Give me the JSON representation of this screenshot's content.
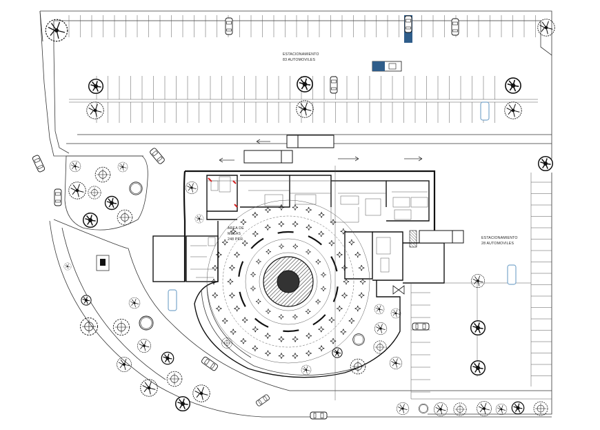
{
  "labels": {
    "parking_north_line1": "ESTACIONAMIENTO",
    "parking_north_line2": "83 AUTOMOVILES",
    "parking_east_line1": "ESTACIONAMIENTO",
    "parking_east_line2": "28 AUTOMOVILES",
    "dining_line1": "AREA DE",
    "dining_line2": "MESAS",
    "dining_line3": "248 PER."
  },
  "colors": {
    "line": "#333333",
    "car_blue": "#2f5d8a",
    "car_light": "#7aa7cc",
    "accent_red": "#d42020",
    "hatch": "#444444"
  },
  "icons": [
    "tree-icon",
    "car-icon",
    "truck-icon",
    "arrow-left-icon",
    "arrow-right-icon",
    "compass-icon"
  ]
}
